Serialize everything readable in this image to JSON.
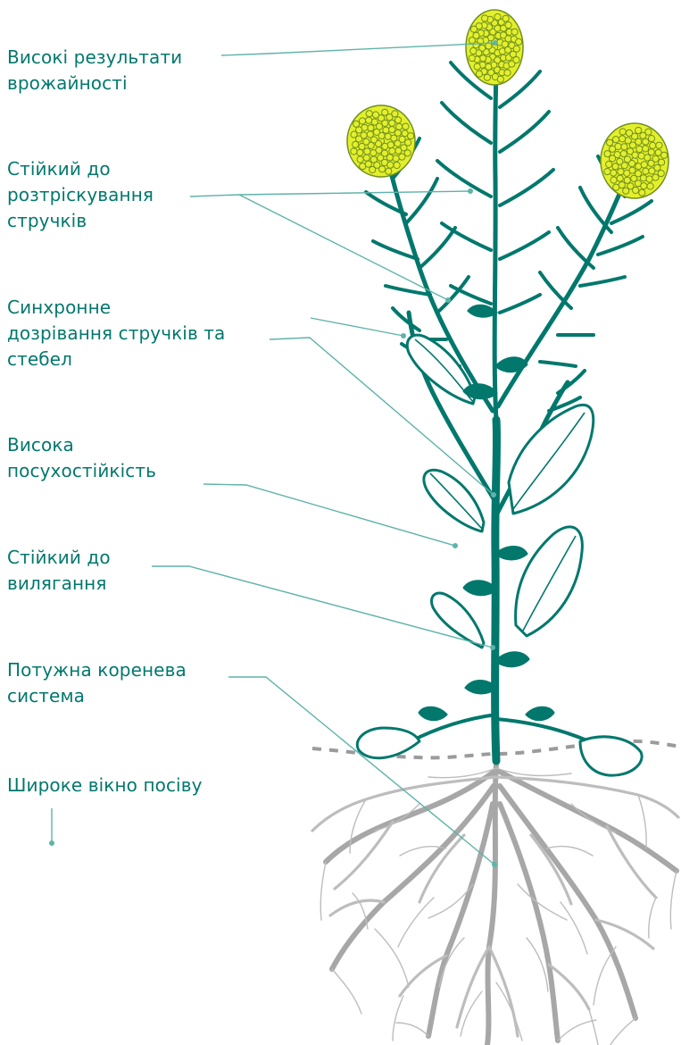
{
  "colors": {
    "teal": "#02786d",
    "leader": "#5fb3a9",
    "flower": "#e4ef2c",
    "flower_edge": "#6e8f1f",
    "root": "#bdbdbd",
    "root_dark": "#a7a7a7",
    "ground": "#9b9b9b",
    "leaf_fill": "#ffffff"
  },
  "features": [
    {
      "id": "high-yield",
      "label": "Високі результати\nврожайності"
    },
    {
      "id": "pod-shatter-resistance",
      "label": "Стійкий до\nрозтріскування\nстручків"
    },
    {
      "id": "synchronous-ripening",
      "label": "Синхронне\nдозрівання стручків та\nстебел"
    },
    {
      "id": "drought-tolerance",
      "label": "Висока\nпосухостійкість"
    },
    {
      "id": "lodging-resistance",
      "label": "Стійкий до\nвилягання"
    },
    {
      "id": "root-system",
      "label": "Потужна коренева\nсистема"
    },
    {
      "id": "wide-sowing-window",
      "label": "Широке вікно посіву"
    }
  ]
}
